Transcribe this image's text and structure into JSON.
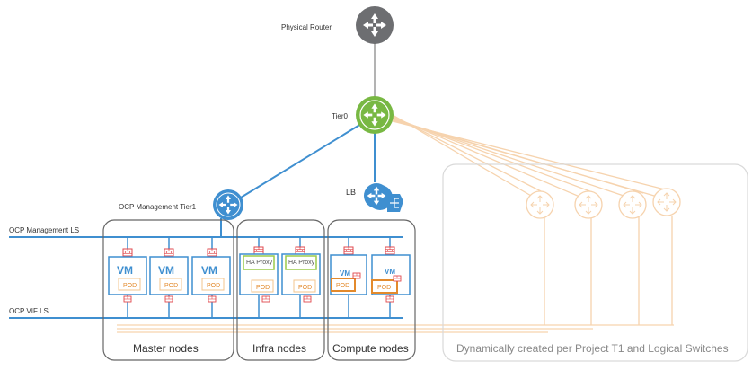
{
  "labels": {
    "physical_router": "Physical Router",
    "tier0": "Tier0",
    "lb": "LB",
    "ocp_mgmt_tier1": "OCP Management Tier1",
    "ocp_mgmt_ls": "OCP Management LS",
    "ocp_vif_ls": "OCP VIF LS"
  },
  "groups": {
    "master": "Master nodes",
    "infra": "Infra nodes",
    "compute": "Compute nodes",
    "dynamic": "Dynamically created per Project T1 and Logical Switches"
  },
  "nodes": {
    "vm": "VM",
    "pod": "POD",
    "ha_proxy": "HA Proxy"
  },
  "colors": {
    "router_grey": "#6d6e71",
    "tier0_green": "#78b843",
    "blue": "#3f8fd0",
    "pod_orange": "#e38a2c",
    "ha_green": "#9bcb4c",
    "faded_orange": "#f6d3ae",
    "group_border": "#666666",
    "dynamic_border": "#d9d9d9"
  }
}
